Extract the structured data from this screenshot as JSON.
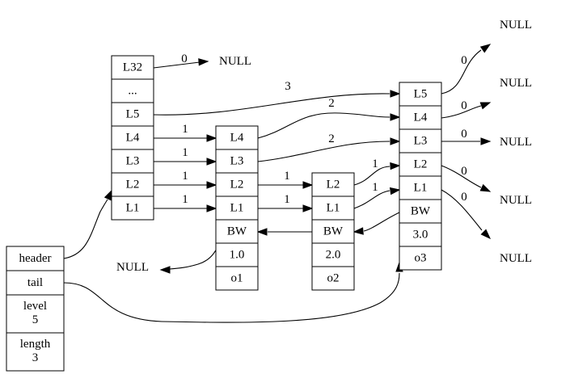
{
  "null_label": "NULL",
  "list": {
    "header": "header",
    "tail": "tail",
    "level_label": "level",
    "level_value": "5",
    "length_label": "length",
    "length_value": "3"
  },
  "header_node": [
    "L32",
    "...",
    "L5",
    "L4",
    "L3",
    "L2",
    "L1"
  ],
  "node1": [
    "L4",
    "L3",
    "L2",
    "L1",
    "BW",
    "1.0",
    "o1"
  ],
  "node2": [
    "L2",
    "L1",
    "BW",
    "2.0",
    "o2"
  ],
  "node3": [
    "L5",
    "L4",
    "L3",
    "L2",
    "L1",
    "BW",
    "3.0",
    "o3"
  ],
  "spans": {
    "header_l32": "0",
    "header_l5": "3",
    "header_l4": "1",
    "header_l3": "1",
    "header_l2": "1",
    "header_l1": "1",
    "node1_l4": "2",
    "node1_l3": "2",
    "node1_l2": "1",
    "node1_l1": "1",
    "node2_l2": "1",
    "node2_l1": "1",
    "node3_l5": "0",
    "node3_l4": "0",
    "node3_l3": "0",
    "node3_l2": "0",
    "node3_l1": "0"
  }
}
